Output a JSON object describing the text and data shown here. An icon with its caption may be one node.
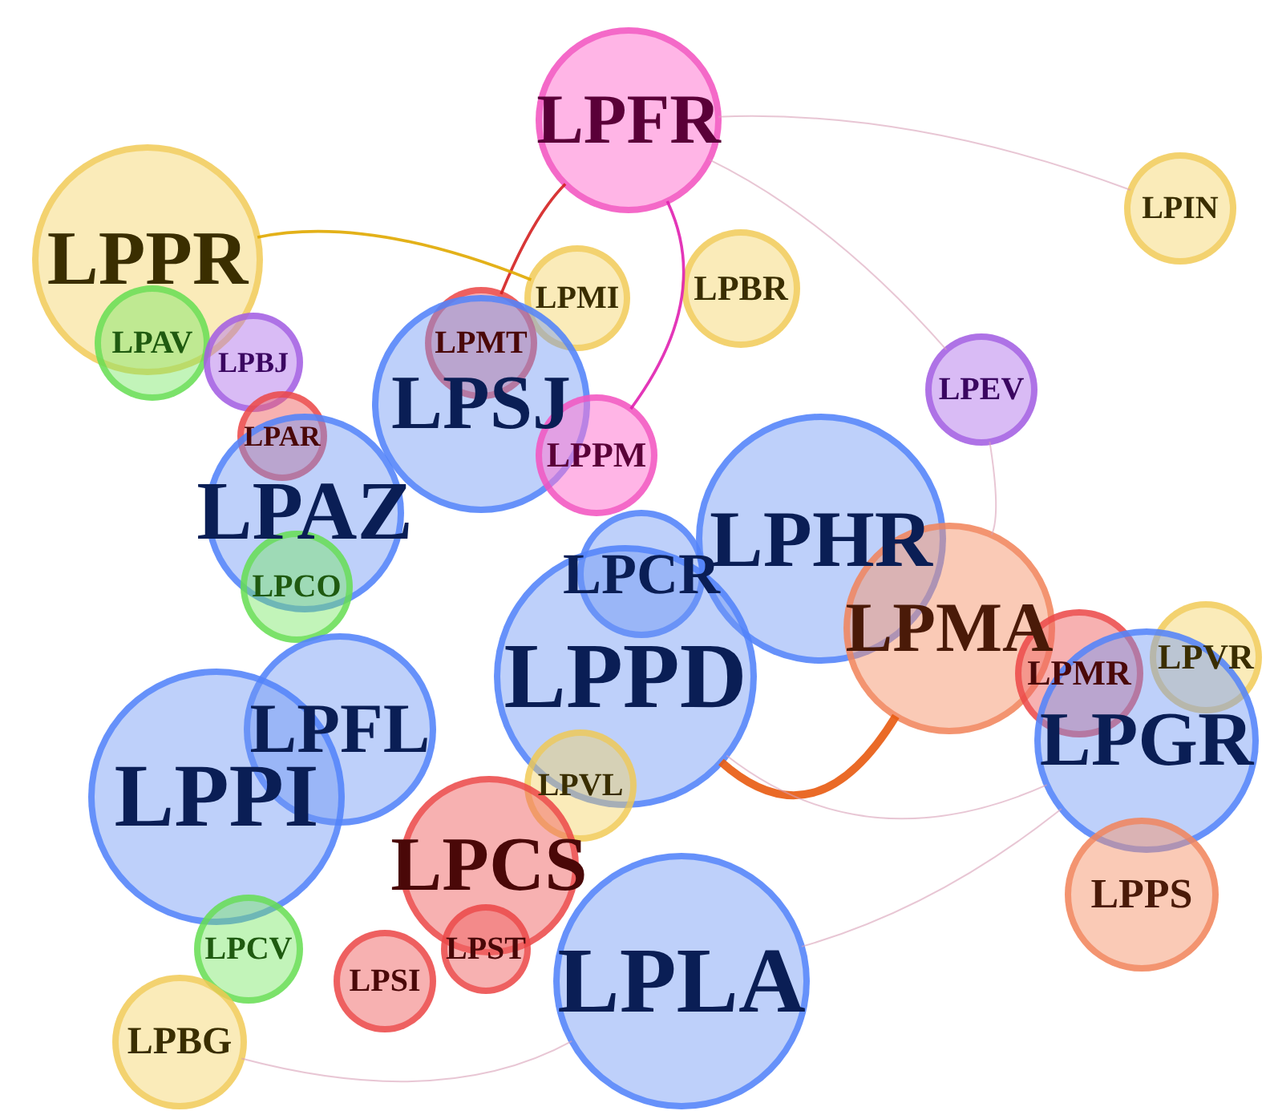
{
  "diagram": {
    "nodes": [
      {
        "text": [
          "LPFR"
        ]
      },
      {
        "text": [
          "LPIN"
        ]
      },
      {
        "text": [
          "LPPR"
        ]
      },
      {
        "text": [
          "LPBR"
        ]
      },
      {
        "text": [
          "LPMI"
        ]
      },
      {
        "text": [
          "LPAV"
        ]
      },
      {
        "text": [
          "LPBJ"
        ]
      },
      {
        "text": [
          "LPAR"
        ]
      },
      {
        "text": [
          "LPMT"
        ]
      },
      {
        "text": [
          "LPSJ"
        ]
      },
      {
        "text": [
          "LPPM"
        ]
      },
      {
        "text": [
          "LPEV"
        ]
      },
      {
        "text": [
          "LPAZ"
        ]
      },
      {
        "text": [
          "LPHR"
        ]
      },
      {
        "text": [
          "LPCO"
        ]
      },
      {
        "text": [
          "LPCR"
        ]
      },
      {
        "text": [
          "LPPD"
        ]
      },
      {
        "text": [
          "LPMA"
        ]
      },
      {
        "text": [
          "LPMR"
        ]
      },
      {
        "text": [
          "LPVR"
        ]
      },
      {
        "text": [
          "LPGR"
        ]
      },
      {
        "text": [
          "LPFL"
        ]
      },
      {
        "text": [
          "LPPI"
        ]
      },
      {
        "text": [
          "LPVL"
        ]
      },
      {
        "text": [
          "LPCS"
        ]
      },
      {
        "text": [
          "LPST"
        ]
      },
      {
        "text": [
          "LPSI"
        ]
      },
      {
        "text": [
          "LPLA"
        ]
      },
      {
        "text": [
          "LPPS"
        ]
      },
      {
        "text": [
          "LPCV"
        ]
      },
      {
        "text": [
          "LPBG"
        ]
      }
    ],
    "edges": [
      {
        "from": 0,
        "to": 8,
        "arrow": "none",
        "color": "#d42020"
      },
      {
        "from": 0,
        "to": 10,
        "arrow": "none",
        "color": "#e020b0"
      },
      {
        "from": 2,
        "to": 4,
        "arrow": "none",
        "color": "#e0a800"
      },
      {
        "from": 16,
        "to": 17,
        "arrow": "none",
        "style": "thick",
        "color": "#e85a10"
      },
      {
        "from": 0,
        "to": 1,
        "arrow": "none"
      },
      {
        "from": 0,
        "to": 11,
        "arrow": "none"
      },
      {
        "from": 16,
        "to": 20,
        "arrow": "none"
      },
      {
        "from": 27,
        "to": 20,
        "arrow": "none"
      },
      {
        "from": 30,
        "to": 27,
        "arrow": "none"
      },
      {
        "from": 11,
        "to": 17,
        "arrow": "none"
      }
    ]
  }
}
